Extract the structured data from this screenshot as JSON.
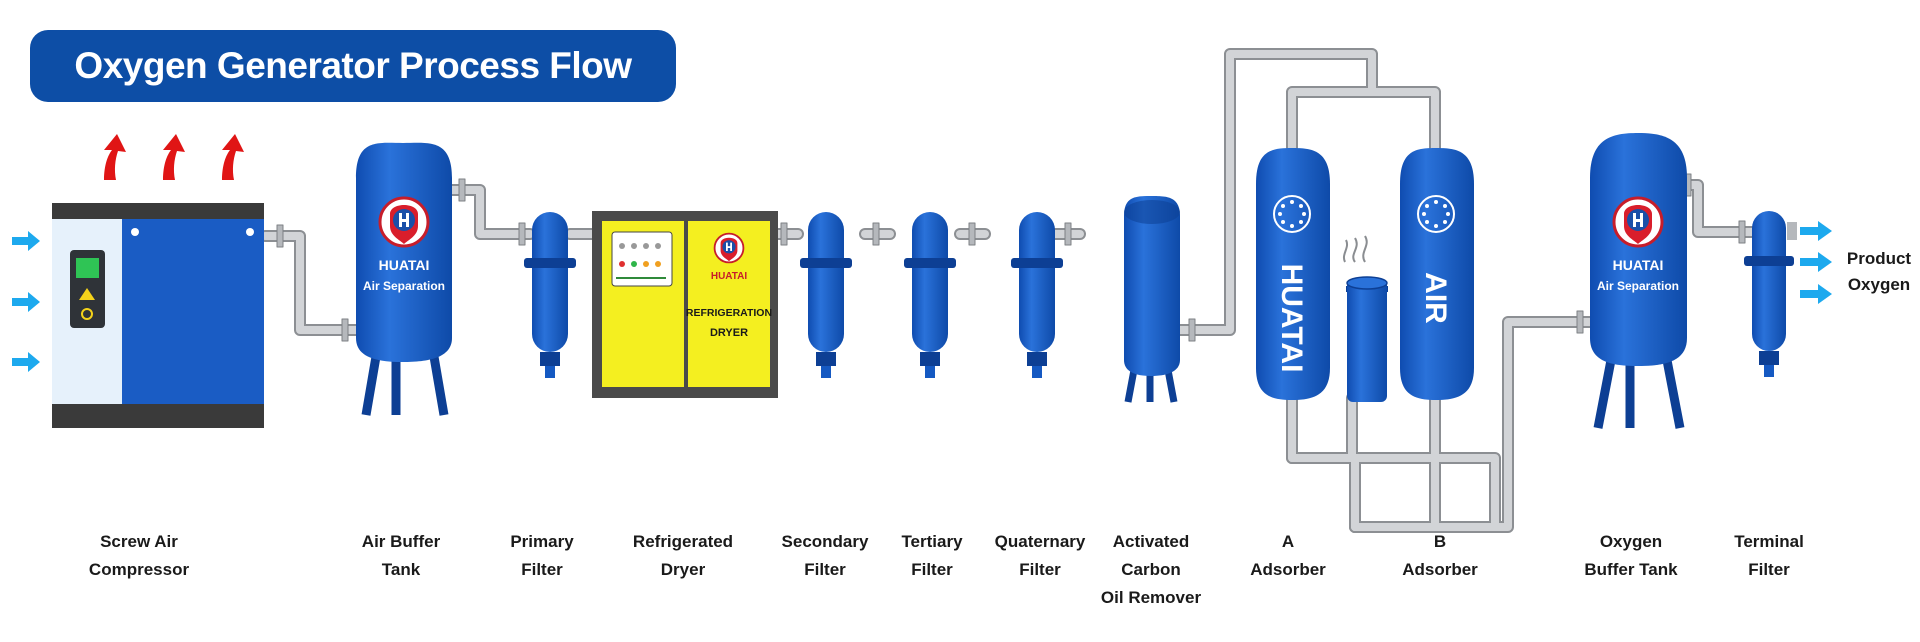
{
  "title": "Oxygen Generator Process Flow Diagram",
  "brand": {
    "name": "HUATAI",
    "tagline": "Air Separation",
    "adsorber_a_text": "HUATAI",
    "adsorber_b_text": "AIR"
  },
  "dryer_panel": {
    "line1": "REFRIGERATION",
    "line2": "DRYER"
  },
  "output_label": [
    "Product",
    "Oxygen"
  ],
  "components": [
    {
      "id": "screw-air-compressor",
      "lines": [
        "Screw Air",
        "Compressor"
      ]
    },
    {
      "id": "air-buffer-tank",
      "lines": [
        "Air Buffer",
        "Tank"
      ]
    },
    {
      "id": "primary-filter",
      "lines": [
        "Primary",
        "Filter"
      ]
    },
    {
      "id": "refrigerated-dryer",
      "lines": [
        "Refrigerated",
        "Dryer"
      ]
    },
    {
      "id": "secondary-filter",
      "lines": [
        "Secondary",
        "Filter"
      ]
    },
    {
      "id": "tertiary-filter",
      "lines": [
        "Tertiary",
        "Filter"
      ]
    },
    {
      "id": "quaternary-filter",
      "lines": [
        "Quaternary",
        "Filter"
      ]
    },
    {
      "id": "activated-carbon-oil-remover",
      "lines": [
        "Activated",
        "Carbon",
        "Oil Remover"
      ]
    },
    {
      "id": "a-adsorber",
      "lines": [
        "A",
        "Adsorber"
      ]
    },
    {
      "id": "b-adsorber",
      "lines": [
        "B",
        "Adsorber"
      ]
    },
    {
      "id": "oxygen-buffer-tank",
      "lines": [
        "Oxygen",
        "Buffer Tank"
      ]
    },
    {
      "id": "terminal-filter",
      "lines": [
        "Terminal",
        "Filter"
      ]
    }
  ],
  "colors": {
    "vessel_blue": "#1559c2",
    "vessel_dark": "#0d3f94",
    "pipe": "#c7c9cc",
    "pipe_outline": "#8c8f93",
    "dryer_yellow": "#f4ef20",
    "arrow_red": "#e01515",
    "arrow_cyan": "#1da9ee",
    "title_bg": "#0d4ea6"
  },
  "icons": [
    "heat-exhaust-arrow-icon",
    "air-intake-arrow-icon",
    "oxygen-output-arrow-icon",
    "huatai-logo-icon",
    "warning-triangle-icon"
  ]
}
